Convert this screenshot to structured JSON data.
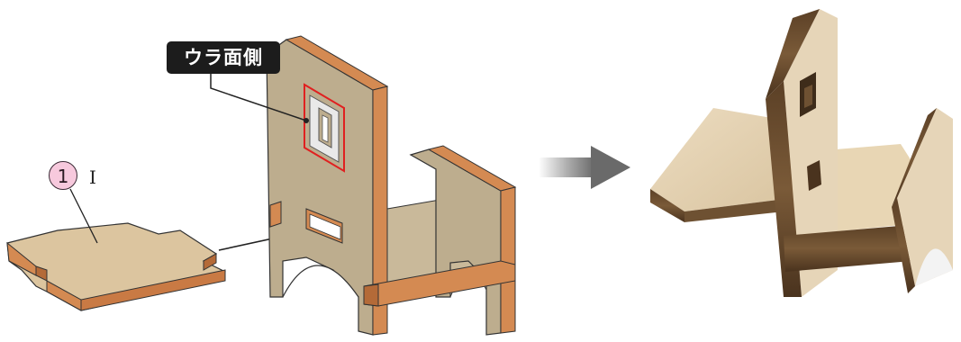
{
  "callout": {
    "label": "ウラ面側"
  },
  "part": {
    "number": "1",
    "count": "I"
  },
  "colors": {
    "panel_face": "#bdad8e",
    "panel_face_light": "#dcc59f",
    "edge_wood": "#d48a52",
    "edge_wood_dark": "#b46a38",
    "rendered_face": "#e6d5b8",
    "rendered_edge": "#6e5132",
    "window_red": "#e02020",
    "arrow_gray": "#8a8a8a",
    "badge_pink": "#f7c9dd"
  },
  "icons": [
    "arrow-right-icon",
    "leader-line",
    "insert-arrow"
  ]
}
